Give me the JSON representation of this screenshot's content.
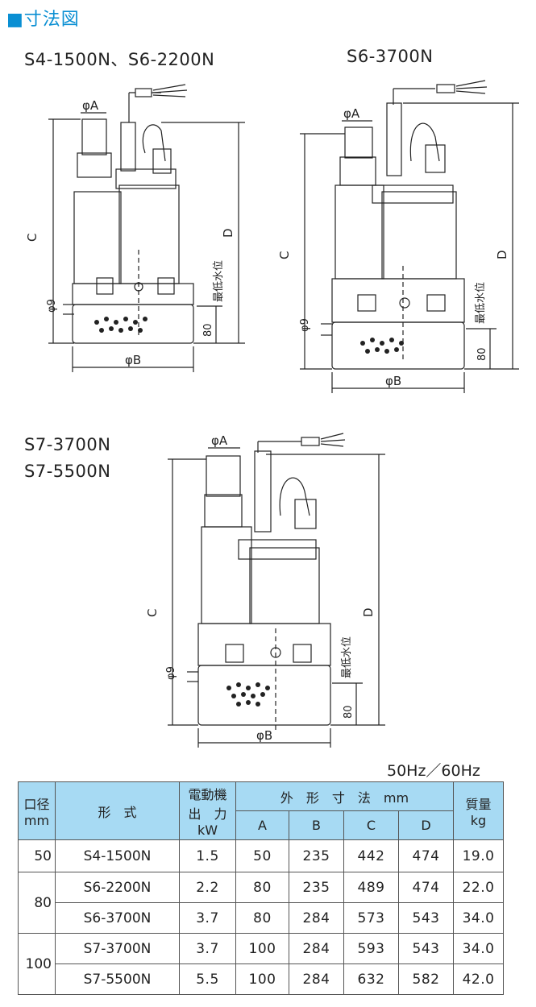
{
  "heading": "寸法図",
  "models": {
    "pump1_title": "S4-1500N、S6-2200N",
    "pump2_title": "S6-3700N",
    "pump3_title_line1": "S7-3700N",
    "pump3_title_line2": "S7-5500N"
  },
  "dimension_labels": {
    "phi_a": "φA",
    "phi_b": "φB",
    "phi_9": "φ9",
    "c": "C",
    "d": "D",
    "min_water_level": "最低水位",
    "eighty": "80"
  },
  "frequency": "50Hz／60Hz",
  "table": {
    "headers": {
      "bore": "口径",
      "bore_unit": "mm",
      "model": "形　式",
      "motor_line1": "電動機",
      "motor_line2": "出　力",
      "motor_unit": "kW",
      "dimensions": "外　形　寸　法　mm",
      "a": "A",
      "b": "B",
      "c": "C",
      "d": "D",
      "mass": "質量",
      "mass_unit": "kg"
    },
    "rows": [
      {
        "bore": "50",
        "model": "S4-1500N",
        "kw": "1.5",
        "a": "50",
        "b": "235",
        "c": "442",
        "d": "474",
        "kg": "19.0"
      },
      {
        "bore": "80",
        "model": "S6-2200N",
        "kw": "2.2",
        "a": "80",
        "b": "235",
        "c": "489",
        "d": "474",
        "kg": "22.0"
      },
      {
        "bore": "",
        "model": "S6-3700N",
        "kw": "3.7",
        "a": "80",
        "b": "284",
        "c": "573",
        "d": "543",
        "kg": "34.0"
      },
      {
        "bore": "100",
        "model": "S7-3700N",
        "kw": "3.7",
        "a": "100",
        "b": "284",
        "c": "593",
        "d": "543",
        "kg": "34.0"
      },
      {
        "bore": "",
        "model": "S7-5500N",
        "kw": "5.5",
        "a": "100",
        "b": "284",
        "c": "632",
        "d": "582",
        "kg": "42.0"
      }
    ]
  }
}
